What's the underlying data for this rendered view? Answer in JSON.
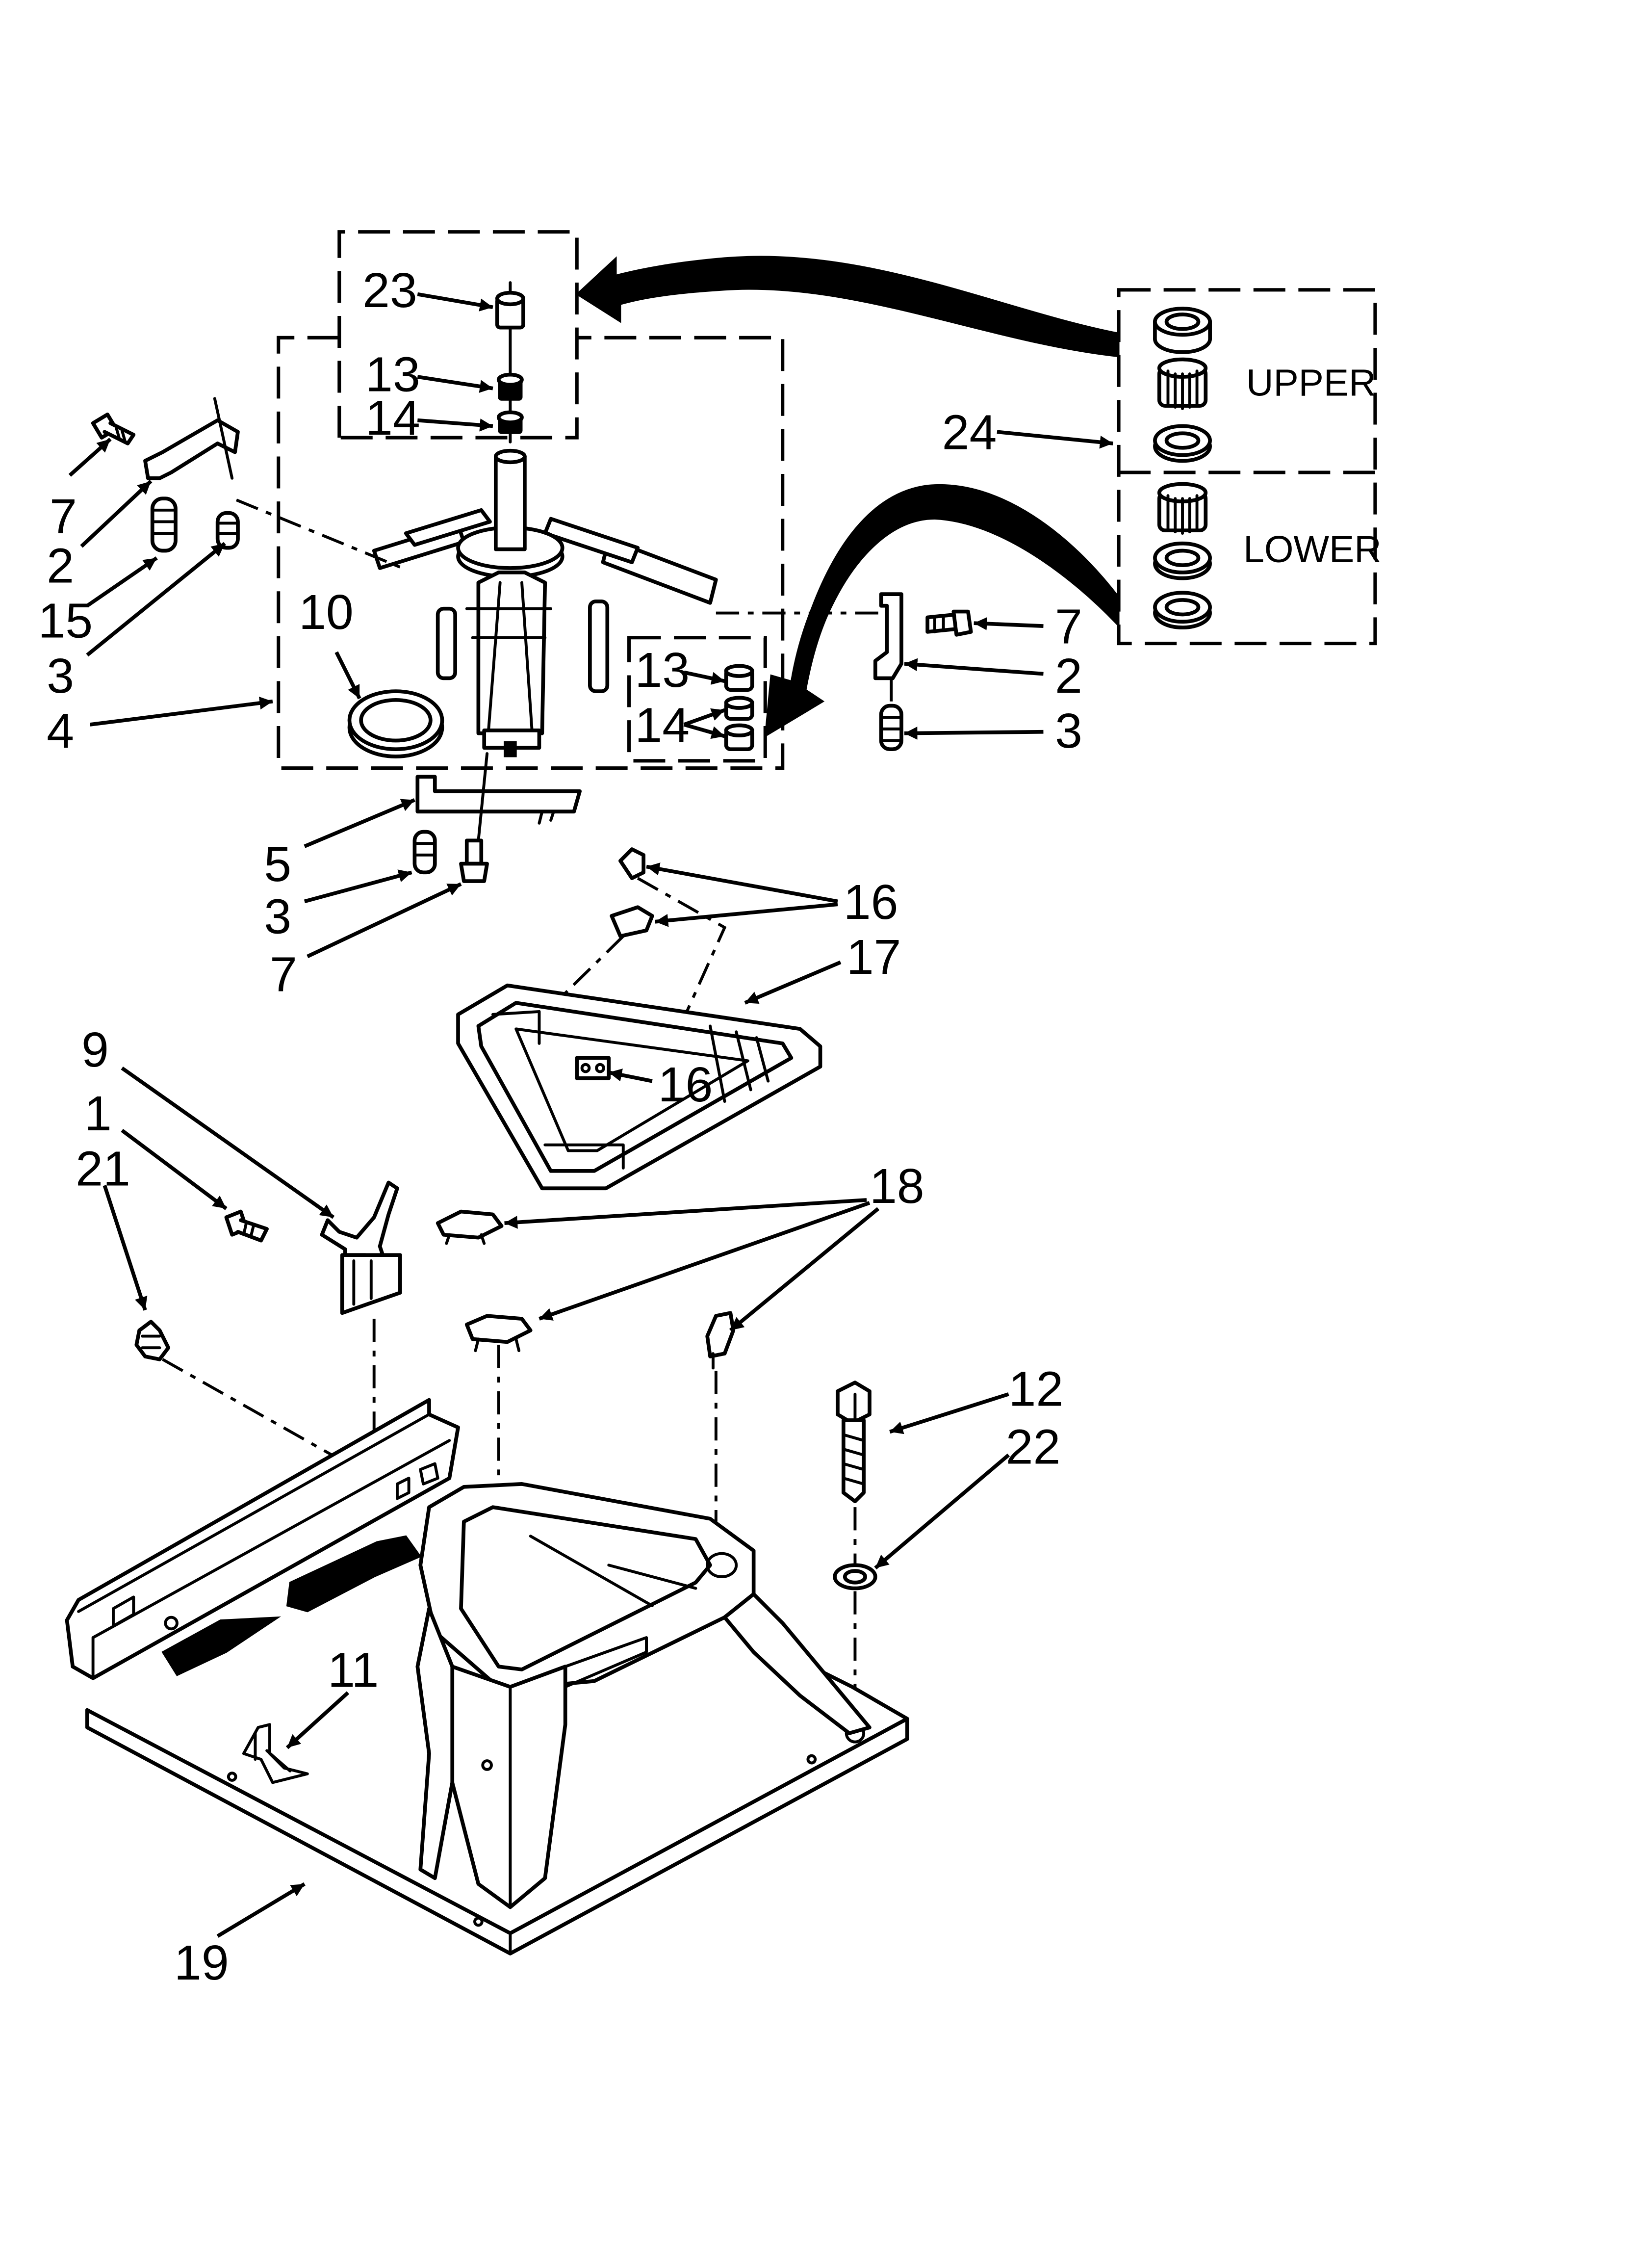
{
  "callouts": {
    "c23": "23",
    "c13a": "13",
    "c14a": "14",
    "c7a": "7",
    "c2a": "2",
    "c15": "15",
    "c3a": "3",
    "c4": "4",
    "c10": "10",
    "c13b": "13",
    "c14b": "14",
    "c7b": "7",
    "c2b": "2",
    "c3b": "3",
    "c24": "24",
    "c5": "5",
    "c3c": "3",
    "c7c": "7",
    "c16a": "16",
    "c17": "17",
    "c16b": "16",
    "c9": "9",
    "c1": "1",
    "c21": "21",
    "c18": "18",
    "c12": "12",
    "c22": "22",
    "c11": "11",
    "c19": "19"
  },
  "kit": {
    "upper_label": "UPPER",
    "lower_label": "LOWER"
  }
}
